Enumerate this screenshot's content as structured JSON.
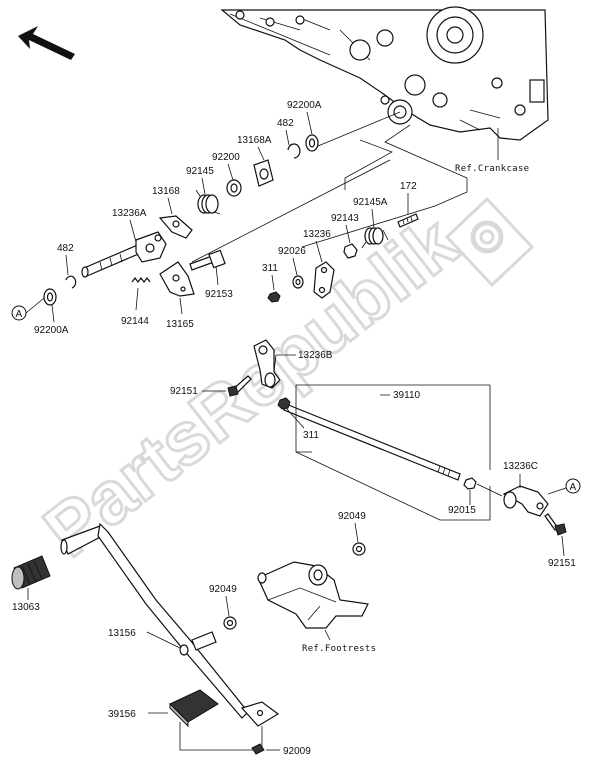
{
  "references": {
    "crankcase": "Ref.Crankcase",
    "footrests": "Ref.Footrests"
  },
  "callouts": {
    "a_left": "A",
    "a_right": "A"
  },
  "watermark": "PartsRepublik",
  "part_labels": {
    "p92200A_top": "92200A",
    "p482_top": "482",
    "p13168A": "13168A",
    "p92200": "92200",
    "p92145": "92145",
    "p13168": "13168",
    "p13236A": "13236A",
    "p482_left": "482",
    "p92200A_left": "92200A",
    "p92144": "92144",
    "p13165": "13165",
    "p92153": "92153",
    "p311_top": "311",
    "p92026": "92026",
    "p13236": "13236",
    "p92143": "92143",
    "p92145A": "92145A",
    "p172": "172",
    "p13236B": "13236B",
    "p92151_left": "92151",
    "p39110": "39110",
    "p311_mid": "311",
    "p92015": "92015",
    "p13236C": "13236C",
    "p92151_right": "92151",
    "p92049_top": "92049",
    "p92049_mid": "92049",
    "p13063": "13063",
    "p13156": "13156",
    "p39156": "39156",
    "p92009": "92009"
  },
  "icons": {
    "direction_arrow": "arrow-up-left-icon",
    "watermark_gear": "gear-icon"
  }
}
